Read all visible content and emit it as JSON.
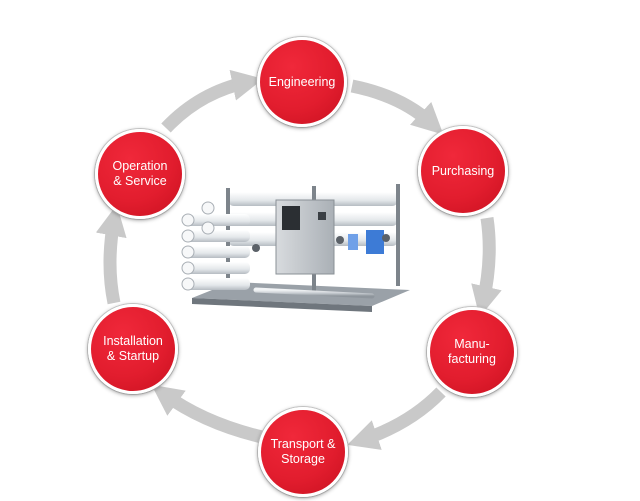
{
  "diagram": {
    "stages": [
      {
        "id": "engineering",
        "label": "Engineering"
      },
      {
        "id": "purchasing",
        "label": "Purchasing"
      },
      {
        "id": "manufacturing",
        "label": "Manu-\nfacturing"
      },
      {
        "id": "transport",
        "label": "Transport &\nStorage"
      },
      {
        "id": "installation",
        "label": "Installation\n& Startup"
      },
      {
        "id": "operation",
        "label": "Operation\n& Service"
      }
    ],
    "colors": {
      "node": "#e21d2e",
      "arrow": "#c9c9c9",
      "text": "#ffffff"
    },
    "center_image": "industrial-water-treatment-skid"
  }
}
